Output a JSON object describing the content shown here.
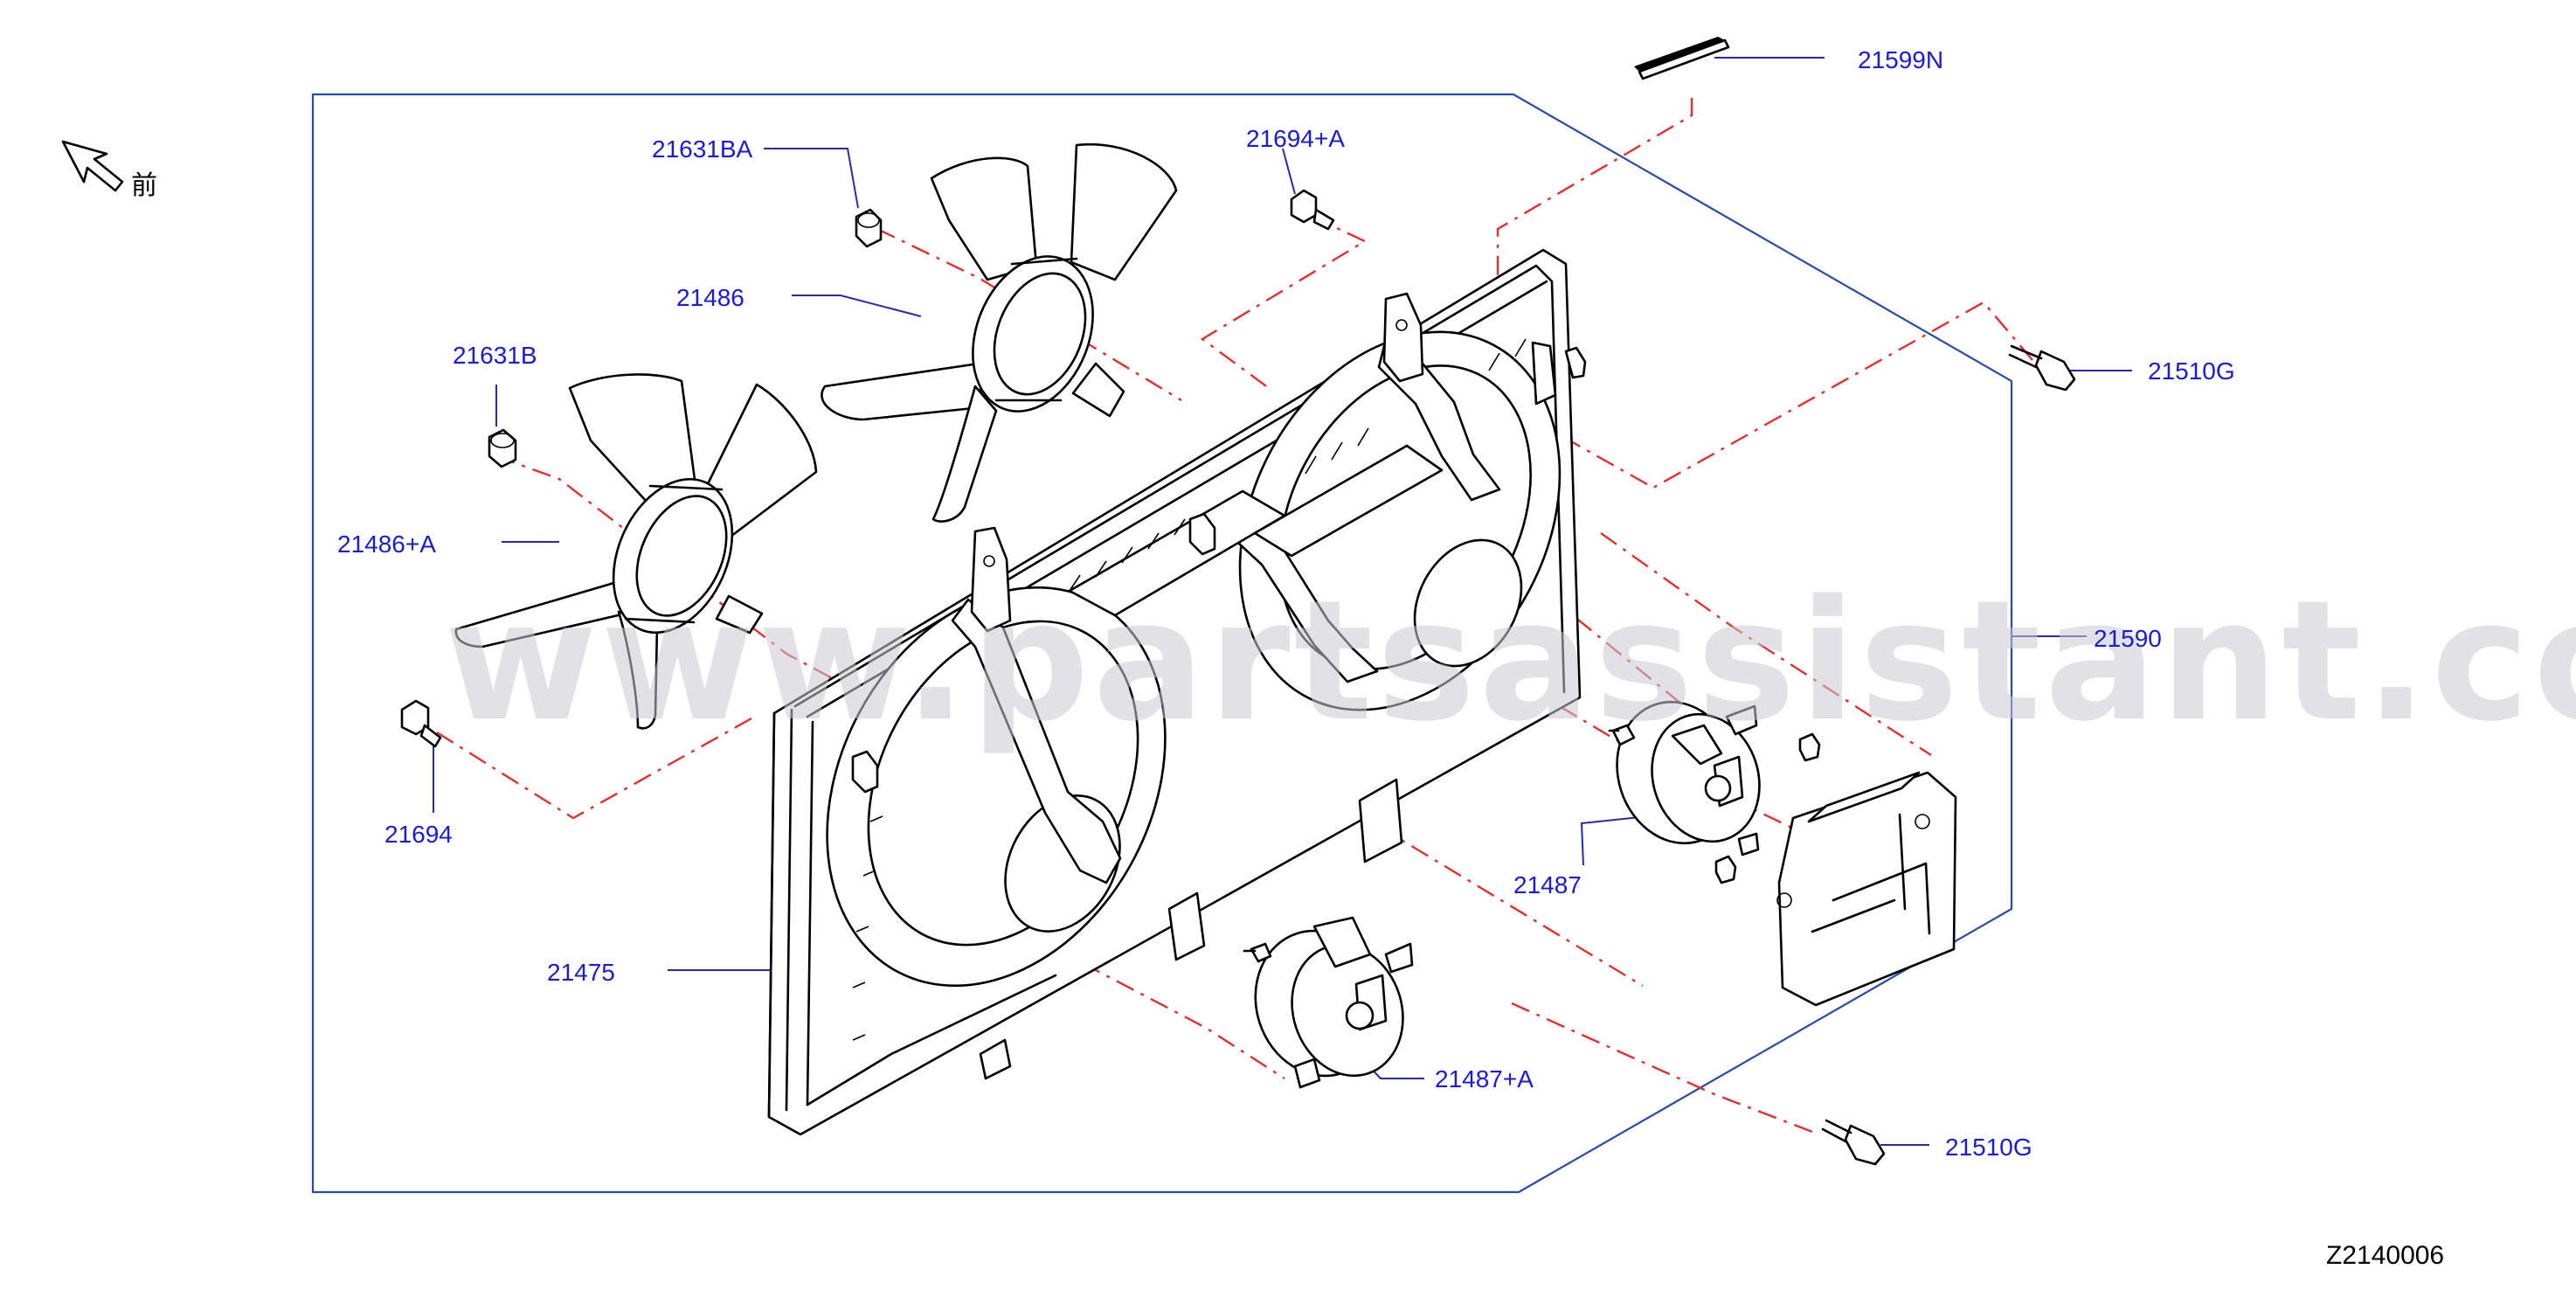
{
  "front_marker": {
    "label": "前"
  },
  "watermark": {
    "text": "www.partsassistant.com"
  },
  "diagram_code": "Z2140006",
  "labels": {
    "l_21599N": "21599N",
    "l_21631BA": "21631BA",
    "l_21694A": "21694+A",
    "l_21486": "21486",
    "l_21631B": "21631B",
    "l_21510G_top": "21510G",
    "l_21486A": "21486+A",
    "l_21590": "21590",
    "l_21694": "21694",
    "l_21487": "21487",
    "l_21475": "21475",
    "l_21487A": "21487+A",
    "l_21510G_bottom": "21510G"
  },
  "colors": {
    "label": "#1a1adc",
    "leader": "#2a2aa8",
    "centerline": "#e03030",
    "border": "#2a4aa8",
    "watermark": "#c9c9d2"
  }
}
